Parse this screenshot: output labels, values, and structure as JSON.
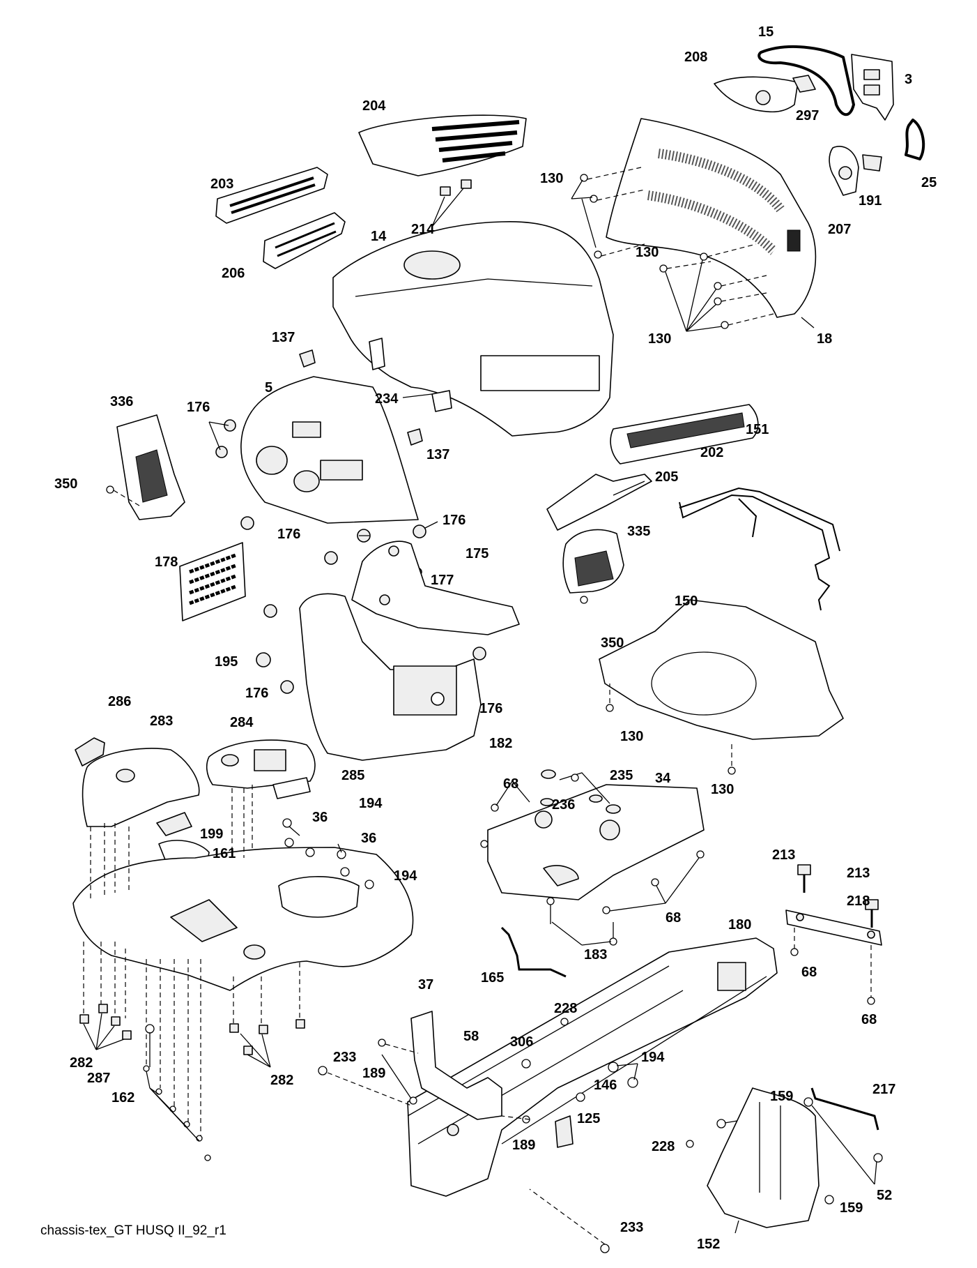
{
  "caption": "chassis-tex_GT HUSQ II_92_r1",
  "labels": {
    "l15": "15",
    "l208": "208",
    "l3": "3",
    "l297": "297",
    "l25": "25",
    "l191": "191",
    "l207": "207",
    "l204": "204",
    "l203": "203",
    "l214": "214",
    "l14": "14",
    "l206": "206",
    "l130a": "130",
    "l130b": "130",
    "l130c": "130",
    "l18": "18",
    "l137a": "137",
    "l137b": "137",
    "l234": "234",
    "l5": "5",
    "l336": "336",
    "l176a": "176",
    "l176b": "176",
    "l176c": "176",
    "l176d": "176",
    "l176e": "176",
    "l350a": "350",
    "l350b": "350",
    "l202": "202",
    "l205": "205",
    "l151": "151",
    "l335": "335",
    "l178": "178",
    "l177": "177",
    "l175": "175",
    "l150": "150",
    "l195": "195",
    "l182": "182",
    "l130d": "130",
    "l130e": "130",
    "l286": "286",
    "l283": "283",
    "l284": "284",
    "l285": "285",
    "l199": "199",
    "l161": "161",
    "l36a": "36",
    "l36b": "36",
    "l194a": "194",
    "l194b": "194",
    "l194c": "194",
    "l68a": "68",
    "l68b": "68",
    "l68c": "68",
    "l68d": "68",
    "l235": "235",
    "l236": "236",
    "l34": "34",
    "l213a": "213",
    "l213b": "213",
    "l218": "218",
    "l183": "183",
    "l165": "165",
    "l180": "180",
    "l37": "37",
    "l282a": "282",
    "l282b": "282",
    "l287": "287",
    "l162": "162",
    "l228a": "228",
    "l228b": "228",
    "l58": "58",
    "l306": "306",
    "l233a": "233",
    "l233b": "233",
    "l189a": "189",
    "l189b": "189",
    "l146": "146",
    "l125": "125",
    "l159a": "159",
    "l159b": "159",
    "l217": "217",
    "l52": "52",
    "l152": "152"
  }
}
